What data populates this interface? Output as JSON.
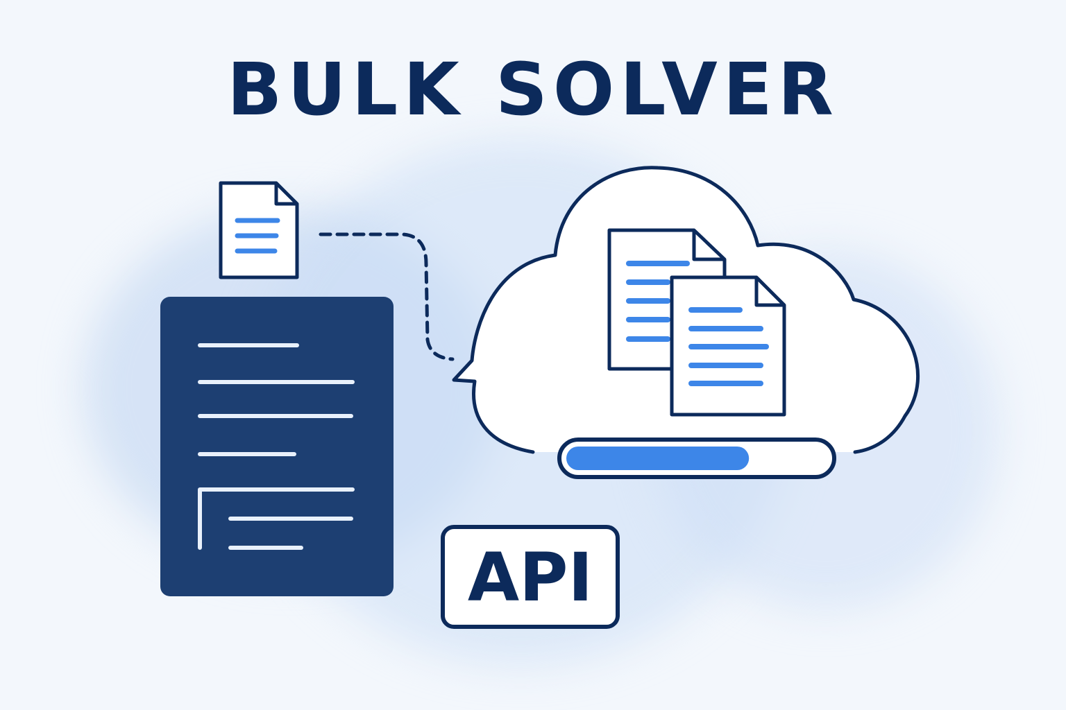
{
  "title": "BULK SOLVER",
  "api_badge": {
    "label": "API"
  },
  "upload_progress": {
    "fraction": 0.7
  },
  "icons": {
    "small_file": "document-icon",
    "server": "document-stack-icon",
    "cloud": "cloud-icon",
    "cloud_files": "document-copy-icon",
    "connector": "dashed-connector-icon"
  },
  "colors": {
    "navy": "#0c2a5b",
    "panel": "#1d3f72",
    "accent": "#3d86e8",
    "background": "#f3f7fc"
  }
}
